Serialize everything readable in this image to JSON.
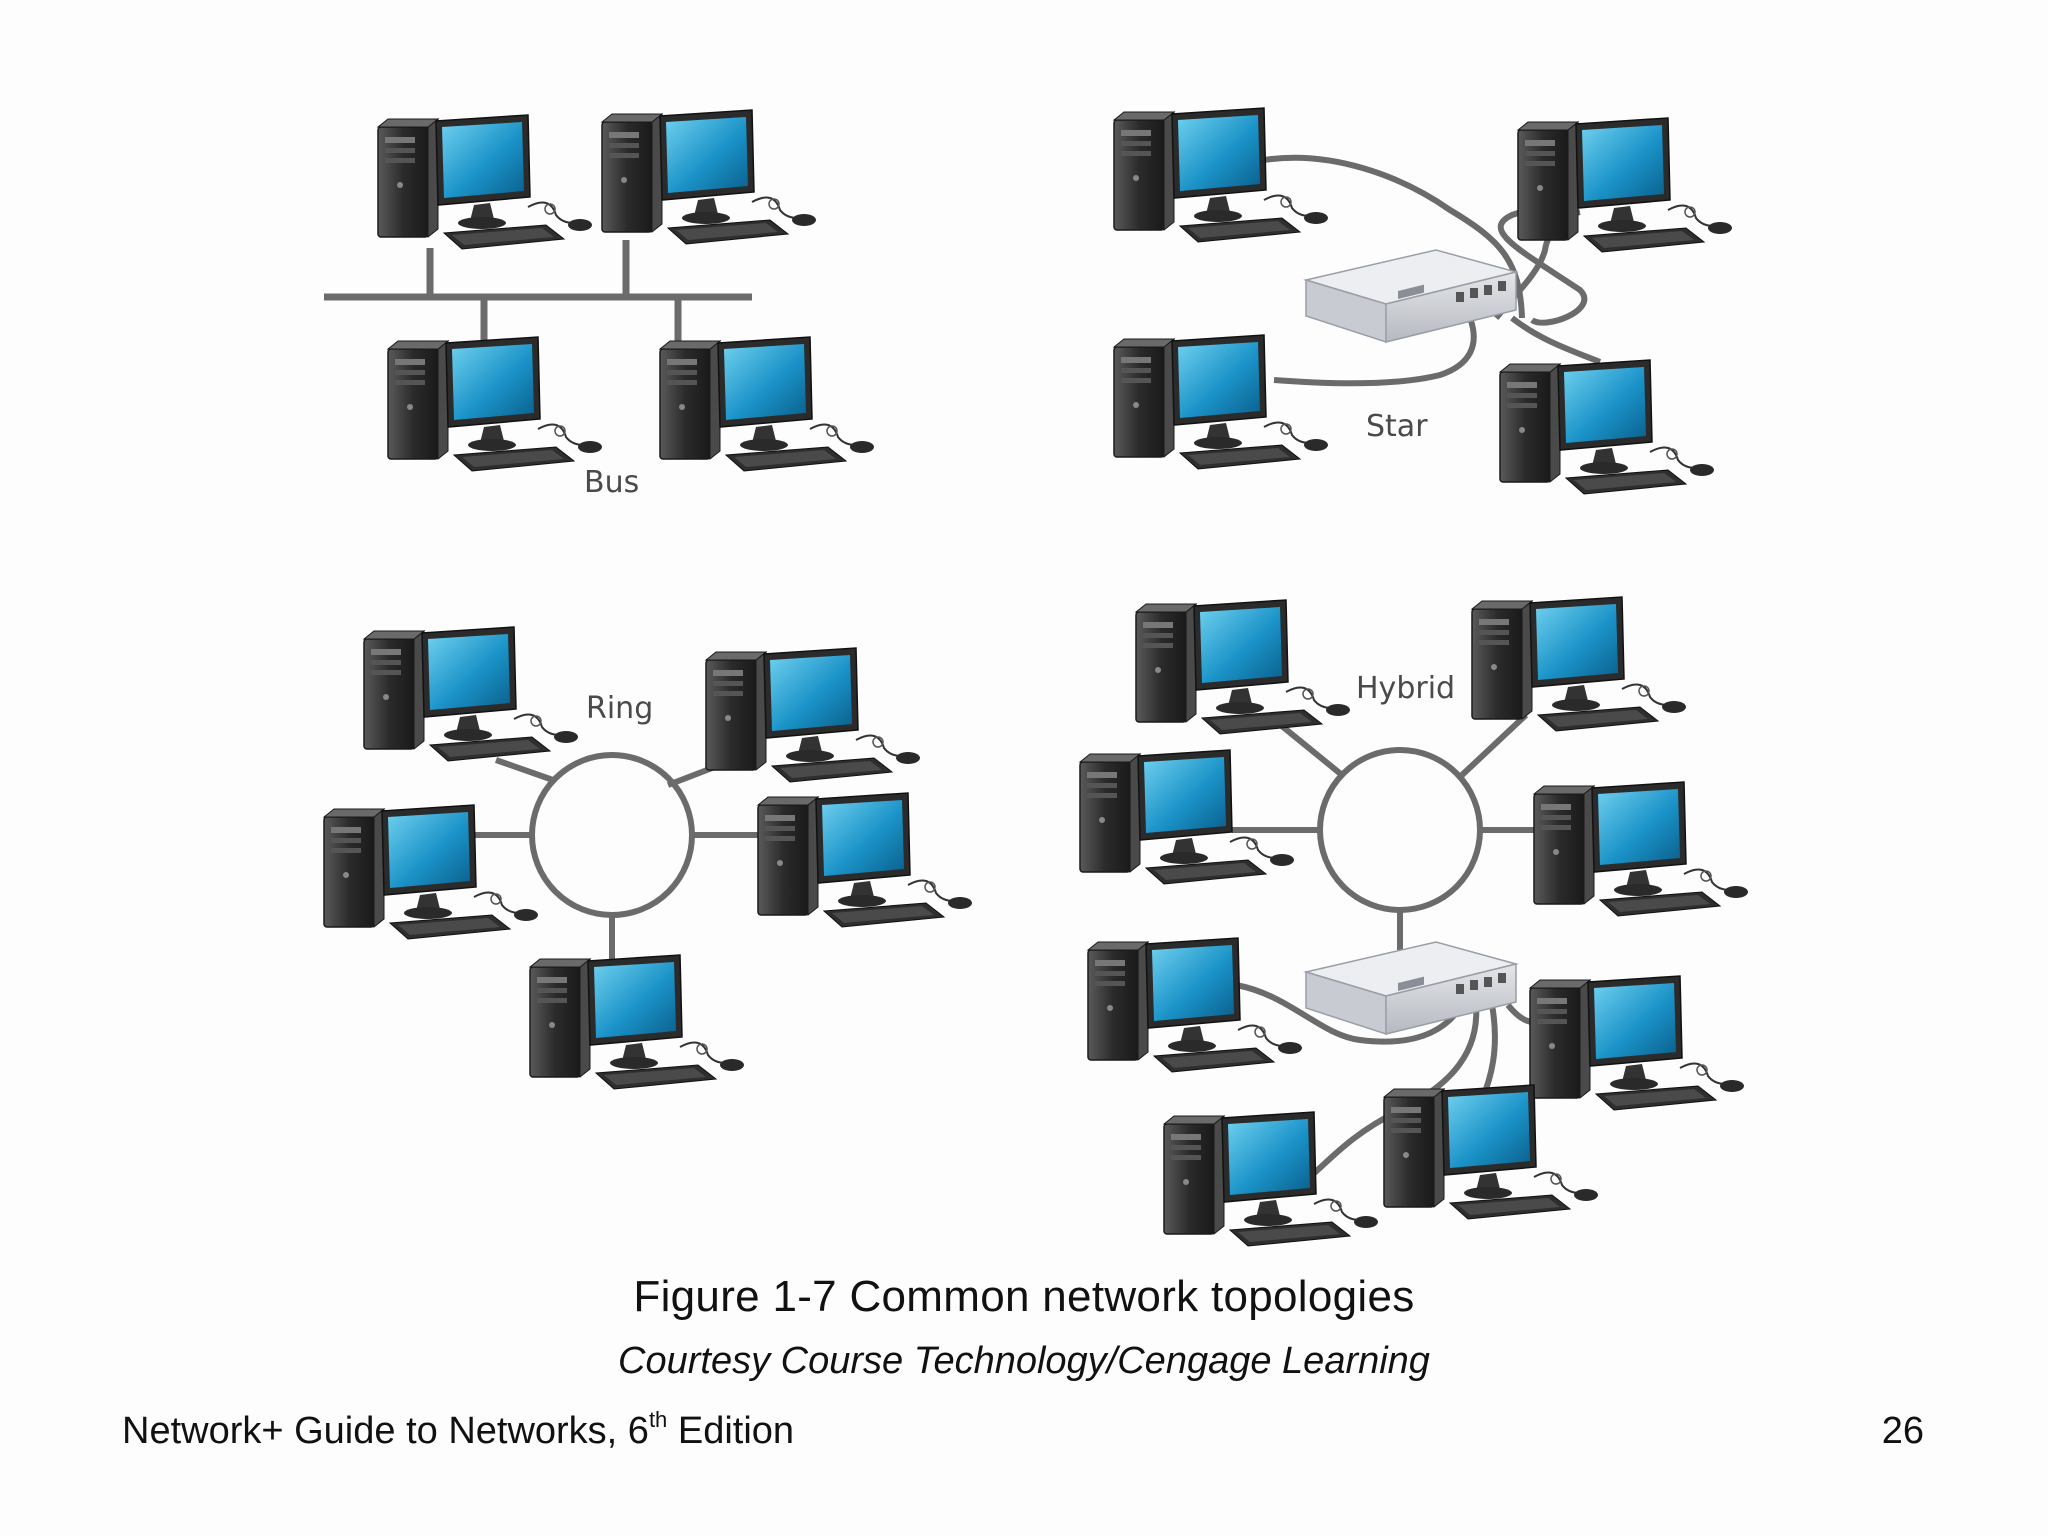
{
  "diagrams": {
    "bus": {
      "label": "Bus"
    },
    "star": {
      "label": "Star"
    },
    "ring": {
      "label": "Ring"
    },
    "hybrid": {
      "label": "Hybrid"
    }
  },
  "caption": "Figure 1-7 Common network topologies",
  "credit": "Courtesy Course Technology/Cengage Learning",
  "footer": {
    "book_title_prefix": "Network+ Guide to Networks, 6",
    "book_title_superscript": "th",
    "book_title_suffix": " Edition",
    "page_number": "26"
  },
  "colors": {
    "cable": "#6b6b6b",
    "screen": "#2a9fd0",
    "tower": "#3a3a3a",
    "hub": "#c9ccd2"
  }
}
